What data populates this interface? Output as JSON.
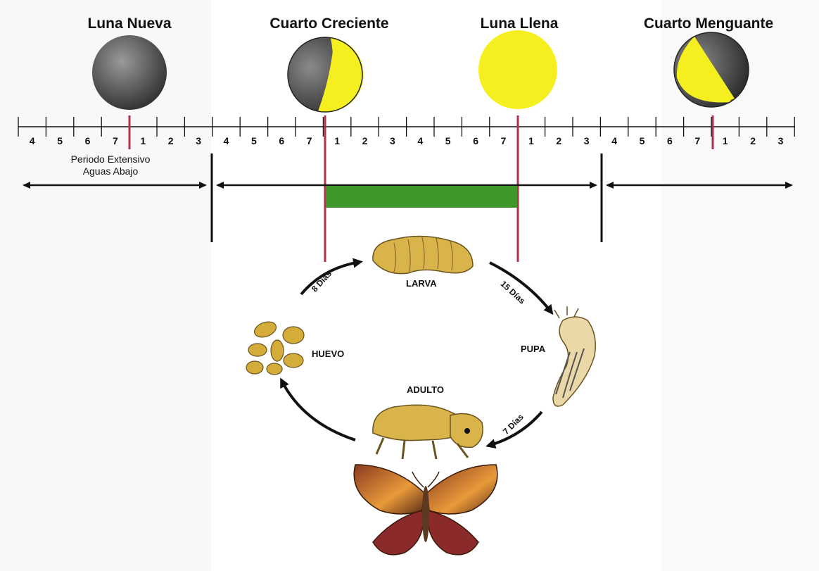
{
  "phases": [
    {
      "name": "Luna Nueva",
      "icon": "new-moon-icon"
    },
    {
      "name": "Cuarto Creciente",
      "icon": "first-quarter-moon-icon"
    },
    {
      "name": "Luna Llena",
      "icon": "full-moon-icon"
    },
    {
      "name": "Cuarto Menguante",
      "icon": "last-quarter-moon-icon"
    }
  ],
  "timeline_numbers": [
    "4",
    "5",
    "6",
    "7",
    "1",
    "2",
    "3",
    "4",
    "5",
    "6",
    "7",
    "1",
    "2",
    "3",
    "4",
    "5",
    "6",
    "7",
    "1",
    "2",
    "3",
    "4",
    "5",
    "6",
    "7",
    "1",
    "2",
    "3"
  ],
  "period_label": "Periodo Extensivo\nAguas Abajo",
  "stages": {
    "larva": "LARVA",
    "pupa": "PUPA",
    "adulto": "ADULTO",
    "huevo": "HUEVO"
  },
  "durations": {
    "huevo_larva": "8 Días",
    "larva_pupa": "15 Días",
    "pupa_adulto": "7 Días"
  },
  "colors": {
    "moon_yellow": "#f5ef1f",
    "moon_dark": "#4a4a4a",
    "marker_red": "#b0304a",
    "bar_green": "#3d9a2a",
    "insect_gold": "#d9b44a"
  }
}
